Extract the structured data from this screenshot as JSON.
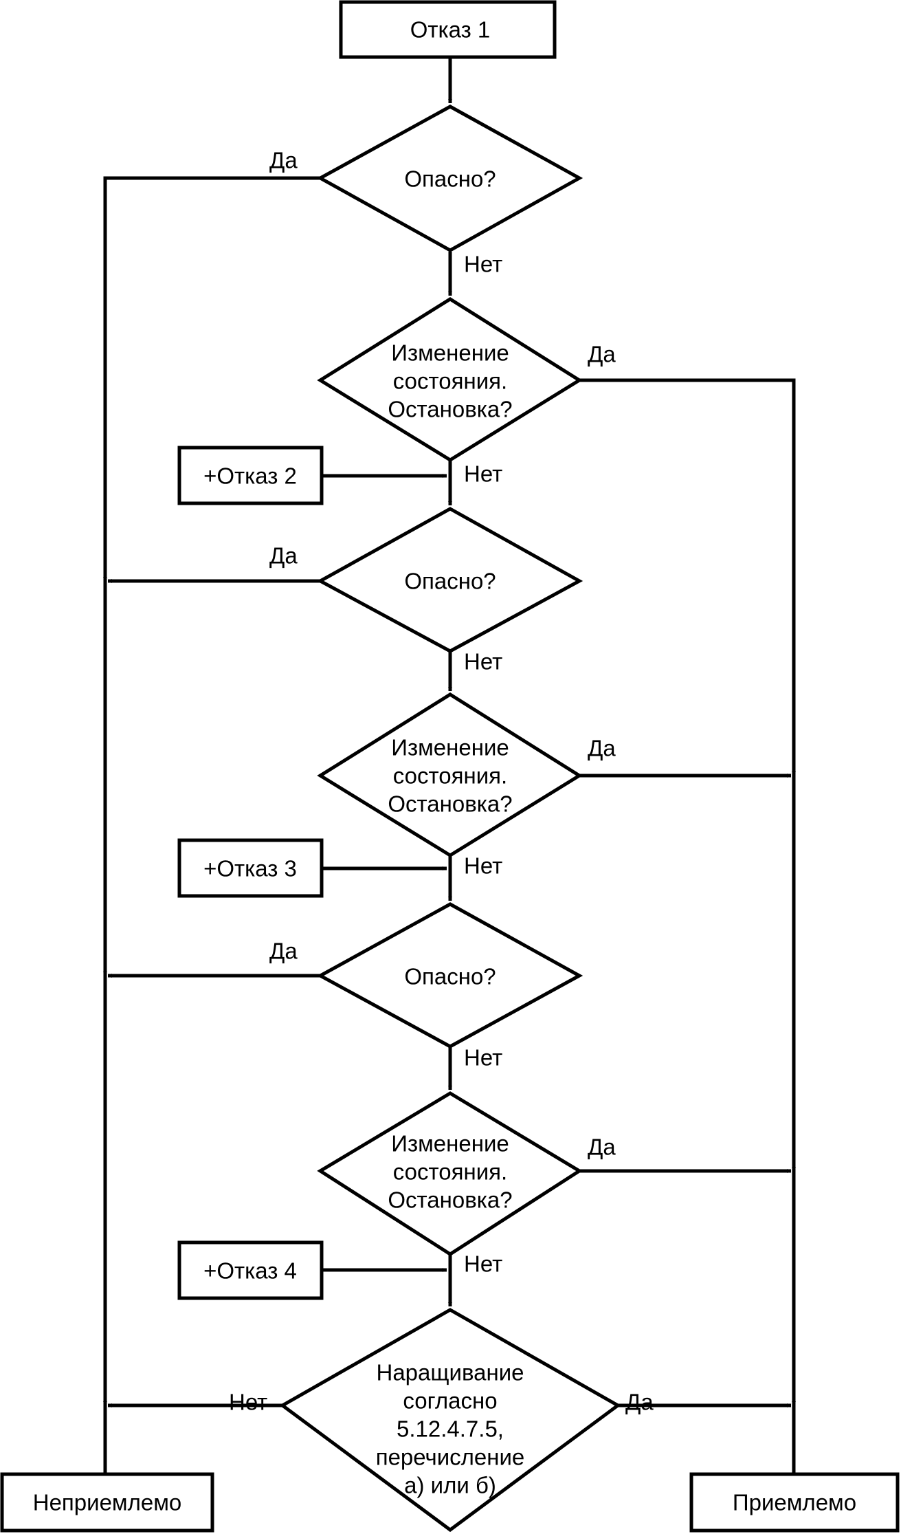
{
  "start": {
    "label": "Отказ 1"
  },
  "side_inputs": [
    {
      "label": "+Отказ 2"
    },
    {
      "label": "+Отказ 3"
    },
    {
      "label": "+Отказ 4"
    }
  ],
  "decisions": [
    {
      "lines": [
        "Опасно?"
      ]
    },
    {
      "lines": [
        "Изменение",
        "состояния.",
        "Остановка?"
      ]
    },
    {
      "lines": [
        "Опасно?"
      ]
    },
    {
      "lines": [
        "Изменение",
        "состояния.",
        "Остановка?"
      ]
    },
    {
      "lines": [
        "Опасно?"
      ]
    },
    {
      "lines": [
        "Изменение",
        "состояния.",
        "Остановка?"
      ]
    },
    {
      "lines": [
        "Наращивание",
        "согласно",
        "5.12.4.7.5,",
        "перечисление",
        "а) или б)"
      ]
    }
  ],
  "edge_labels": {
    "yes": "Да",
    "no": "Нет"
  },
  "terminals": {
    "unacceptable": "Неприемлемо",
    "acceptable": "Приемлемо"
  }
}
